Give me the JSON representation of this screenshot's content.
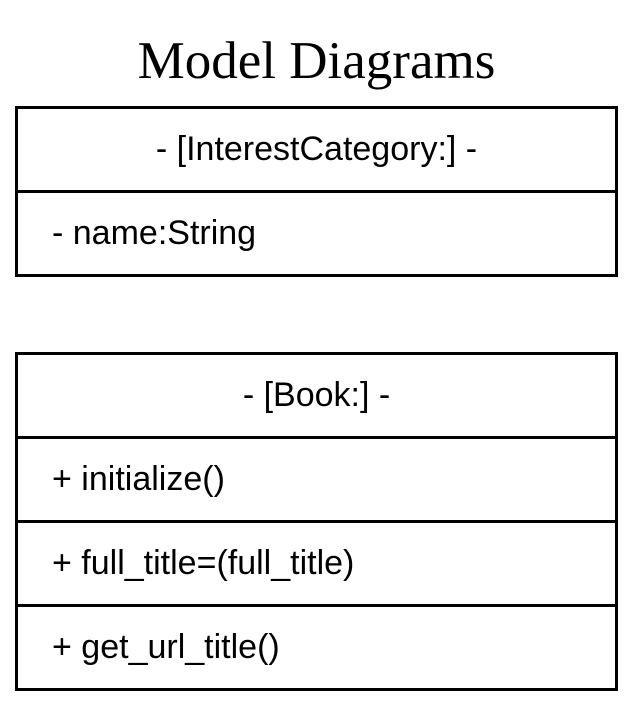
{
  "title": "Model Diagrams",
  "classes": [
    {
      "header": "- [InterestCategory:] -",
      "members": [
        "- name:String"
      ]
    },
    {
      "header": "- [Book:] -",
      "members": [
        "+ initialize()",
        "+ full_title=(full_title)",
        "+ get_url_title()"
      ]
    }
  ]
}
